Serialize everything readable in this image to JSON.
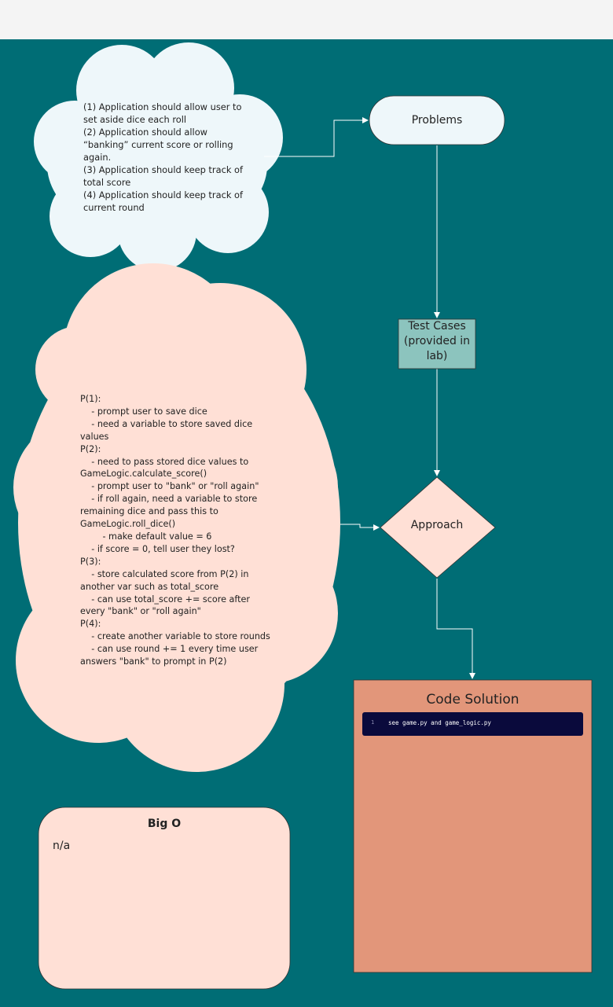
{
  "requirements": {
    "text": "(1) Application should allow user to set aside dice each roll\n(2) Application should allow “banking” current score or rolling again.\n(3) Application should keep track of total score\n(4) Application should keep track of current round"
  },
  "approach_notes": {
    "text": "P(1):\n    - prompt user to save dice\n    - need a variable to store saved dice values\nP(2):\n    - need to pass stored dice values to GameLogic.calculate_score()\n    - prompt user to \"bank\" or \"roll again\"\n    - if roll again, need a variable to store remaining dice and pass this to GameLogic.roll_dice()\n        - make default value = 6\n    - if score = 0, tell user they lost?\nP(3):\n    - store calculated score from P(2) in another var such as total_score\n    - can use total_score += score after every \"bank\" or \"roll again\"\nP(4):\n    - create another variable to store rounds\n    - can use round += 1 every time user answers \"bank\" to prompt in P(2)"
  },
  "nodes": {
    "problems": "Problems",
    "test_cases": "Test Cases (provided in lab)",
    "approach": "Approach"
  },
  "code_solution": {
    "title": "Code Solution",
    "line_number": "1",
    "code": "see game.py and game_logic.py"
  },
  "big_o": {
    "title": "Big O",
    "body": "n/a"
  },
  "colors": {
    "background": "#006d75",
    "requirements_cloud": "#eef7fa",
    "notes_cloud": "#ffe0d6",
    "problems_node": "#eef7fa",
    "test_cases_node": "#8cc4be",
    "approach_node": "#ffe0d6",
    "code_panel": "#e2967a",
    "code_bar": "#0a0a3c",
    "big_o_panel": "#ffe0d6",
    "connector": "#ffffff"
  }
}
